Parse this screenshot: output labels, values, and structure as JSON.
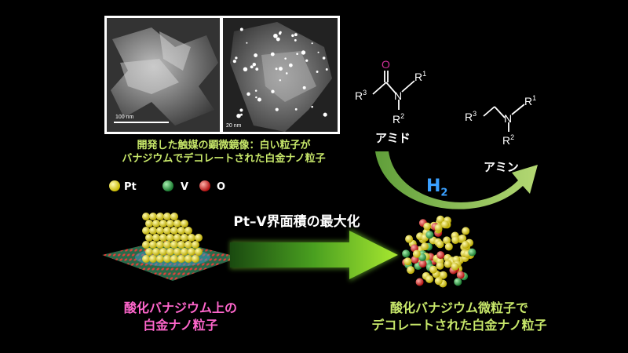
{
  "micrograph": {
    "left_scale": "100 nm",
    "right_scale": "20 nm"
  },
  "caption": {
    "line1": "開発した触媒の顕微鏡像：白い粒子が",
    "line2": "バナジウムでデコレートされた白金ナノ粒子"
  },
  "legend": {
    "items": [
      {
        "label": "Pt",
        "color": "#f2e21a"
      },
      {
        "label": "V",
        "color": "#2ea84a"
      },
      {
        "label": "O",
        "color": "#e8201a"
      }
    ]
  },
  "arrow_label": "Pt–V界面積の最大化",
  "left_label": {
    "line1": "酸化バナジウム上の",
    "line2": "白金ナノ粒子"
  },
  "right_label": {
    "line1": "酸化バナジウム微粒子で",
    "line2": "デコレートされた白金ナノ粒子"
  },
  "reaction": {
    "h2": "H2",
    "amide_label": "アミド",
    "amine_label": "アミン",
    "amide_atoms": {
      "o": "O",
      "n": "N",
      "r1": "R1",
      "r2": "R2",
      "r3": "R3"
    },
    "amine_atoms": {
      "n": "N",
      "r1": "R1",
      "r2": "R2",
      "r3": "R3"
    }
  },
  "colors": {
    "caption_green": "#c8e86a",
    "label_pink": "#ff66cc",
    "h2_blue": "#3aa0ff",
    "oxygen_magenta": "#d0309a"
  }
}
